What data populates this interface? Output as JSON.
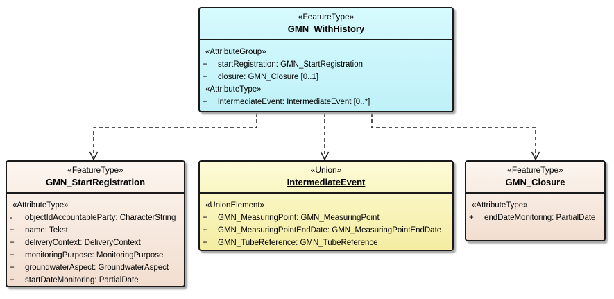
{
  "diagram": {
    "type": "uml-class-diagram",
    "background": "#FFFFFF",
    "border_color": "#1A1A1A",
    "shadow_color": "#A9A9A9"
  },
  "boxes": {
    "with_history": {
      "stereotype": "«FeatureType»",
      "name": "GMN_WithHistory",
      "fill_top": "#D6FAFE",
      "fill_bottom": "#BFF1F8",
      "rows": [
        {
          "kind": "group",
          "text": "«AttributeGroup»"
        },
        {
          "kind": "attr",
          "prefix": "+",
          "text": "startRegistration: GMN_StartRegistration"
        },
        {
          "kind": "attr",
          "prefix": "+",
          "text": "closure: GMN_Closure [0..1]"
        },
        {
          "kind": "group",
          "text": "«AttributeType»"
        },
        {
          "kind": "attr",
          "prefix": "+",
          "text": "intermediateEvent: IntermediateEvent [0..*]"
        }
      ]
    },
    "start_registration": {
      "stereotype": "«FeatureType»",
      "name": "GMN_StartRegistration",
      "fill_top": "#FCF5EF",
      "fill_bottom": "#F2DED0",
      "rows": [
        {
          "kind": "group",
          "text": "«AttributeType»"
        },
        {
          "kind": "attr",
          "prefix": "-",
          "text": "objectIdAccountableParty: CharacterString"
        },
        {
          "kind": "attr",
          "prefix": "+",
          "text": "name: Tekst"
        },
        {
          "kind": "attr",
          "prefix": "+",
          "text": "deliveryContext: DeliveryContext"
        },
        {
          "kind": "attr",
          "prefix": "+",
          "text": "monitoringPurpose: MonitoringPurpose"
        },
        {
          "kind": "attr",
          "prefix": "+",
          "text": "groundwaterAspect: GroundwaterAspect"
        },
        {
          "kind": "attr",
          "prefix": "+",
          "text": "startDateMonitoring: PartialDate"
        }
      ]
    },
    "intermediate_event": {
      "stereotype": "«Union»",
      "name": "IntermediateEvent",
      "fill_top": "#FDFBD7",
      "fill_bottom": "#F4EDA2",
      "rows": [
        {
          "kind": "group",
          "text": "«UnionElement»"
        },
        {
          "kind": "attr",
          "prefix": "+",
          "text": "GMN_MeasuringPoint: GMN_MeasuringPoint"
        },
        {
          "kind": "attr",
          "prefix": "+",
          "text": "GMN_MeasuringPointEndDate: GMN_MeasuringPointEndDate"
        },
        {
          "kind": "attr",
          "prefix": "+",
          "text": "GMN_TubeReference: GMN_TubeReference"
        }
      ]
    },
    "closure": {
      "stereotype": "«FeatureType»",
      "name": "GMN_Closure",
      "fill_top": "#FCF5EF",
      "fill_bottom": "#F2DED0",
      "rows": [
        {
          "kind": "group",
          "text": "«AttributeType»"
        },
        {
          "kind": "attr",
          "prefix": "+",
          "text": "endDateMonitoring: PartialDate"
        }
      ]
    }
  },
  "connectors": [
    {
      "from": "GMN_WithHistory",
      "to": "GMN_StartRegistration",
      "style": "dashed-dependency-arrow"
    },
    {
      "from": "GMN_WithHistory",
      "to": "IntermediateEvent",
      "style": "dashed-dependency-arrow"
    },
    {
      "from": "GMN_WithHistory",
      "to": "GMN_Closure",
      "style": "dashed-dependency-arrow"
    }
  ]
}
